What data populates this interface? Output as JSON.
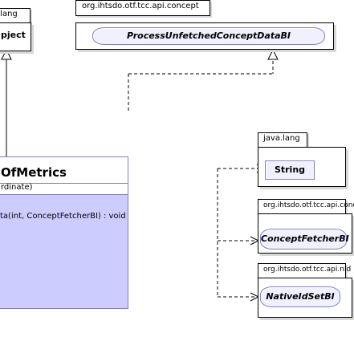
{
  "packages": {
    "lang_left": {
      "tab": ".lang",
      "name": "Object"
    },
    "api_concept_top": {
      "tab": "org.ihtsdo.otf.tcc.api.concept",
      "class": "ProcessUnfetchedConceptDataBI"
    },
    "java_lang": {
      "tab": "java.lang",
      "class": "String"
    },
    "api_concept_right": {
      "tab": "org.ihtsdo.otf.tcc.api.concept",
      "class": "ConceptFetcherBI"
    },
    "api_nid": {
      "tab": "org.ihtsdo.otf.tcc.api.nid",
      "class": "NativeIdSetBI"
    }
  },
  "main_class": {
    "name": "OfMetrics",
    "field": "rdinate)",
    "method": "ta(int, ConceptFetcherBI) : void"
  },
  "left_object": "pject",
  "colors": {
    "class_fill": "#f0f0ff",
    "class_border": "#7f7fbf",
    "main_fill": "#ccccff"
  }
}
